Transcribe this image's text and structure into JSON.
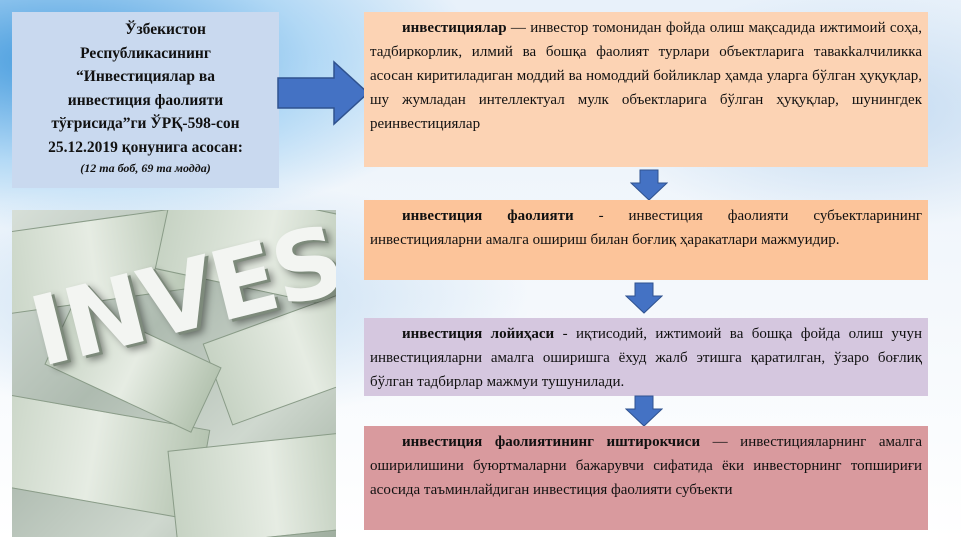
{
  "title_box": {
    "line1": "Ўзбекистон",
    "line2": "Республикасининг",
    "line3": "“Инвестициялар ва",
    "line4": "инвестиция фаолияти",
    "line5": "тўғрисида”ги ЎРҚ-598-сон",
    "line6": "25.12.2019 қонунига асосан:",
    "note": "(12 та боб, 69 та модда)"
  },
  "photo": {
    "word": "INVES"
  },
  "definitions": [
    {
      "term": "инвестициялар",
      "text": " — инвестор томонидан фойда олиш мақсадида ижтимоий соҳа, тадбиркорлик, илмий ва бошқа фаолият турлари объектларига тавакkалчиликка асосан киритиладиган моддий ва номоддий бойликлар ҳамда уларга бўлган ҳуқуқлар, шу жумладан интеллектуал мулк объектларига бўлган ҳуқуқлар, шунингдек реинвестициялар"
    },
    {
      "term": "инвестиция фаолияти",
      "text": " - инвестиция фаолияти субъектларининг инвестицияларни амалга ошириш билан боғлиқ ҳаракатлари мажмуидир."
    },
    {
      "term": "инвестиция лойиҳаси",
      "text": " - иқтисодий, ижтимоий ва бошқа фойда олиш учун инвестицияларни амалга оширишга ёхуд жалб этишга қаратилган, ўзаро боғлиқ бўлган тадбирлар мажмуи тушунилади."
    },
    {
      "term": "инвестиция фаолиятининг иштирокчиси",
      "text": " — инвестицияларнинг амалга оширилишини буюртмаларни бажарувчи сифатида ёки инвесторнинг топшириғи асосида таъминлайдиган инвестиция фаолияти субъекти"
    }
  ],
  "colors": {
    "arrow": "#4472c4",
    "title_bg": "#c9d9ef"
  }
}
